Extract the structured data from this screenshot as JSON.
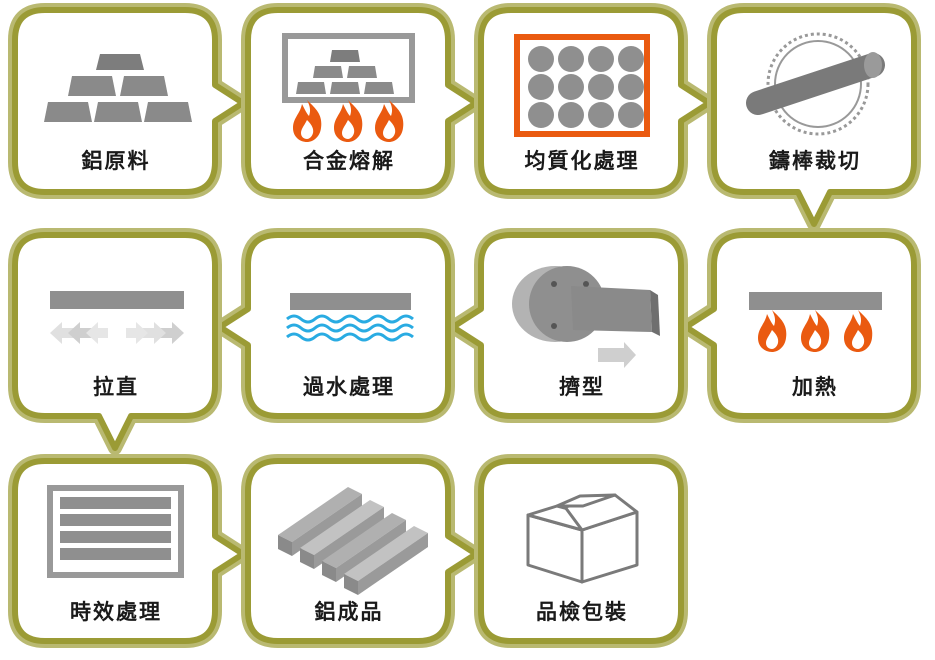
{
  "steps": [
    {
      "label": "鋁原料",
      "icon": "aluminum-ingots-icon"
    },
    {
      "label": "合金熔解",
      "icon": "furnace-melting-icon"
    },
    {
      "label": "均質化處理",
      "icon": "homogenizing-billets-icon"
    },
    {
      "label": "鑄棒裁切",
      "icon": "billet-saw-cutting-icon"
    },
    {
      "label": "加熱",
      "icon": "heating-flames-icon"
    },
    {
      "label": "擠型",
      "icon": "extrusion-press-icon"
    },
    {
      "label": "過水處理",
      "icon": "water-quench-icon"
    },
    {
      "label": "拉直",
      "icon": "stretch-straightening-icon"
    },
    {
      "label": "時效處理",
      "icon": "aging-oven-icon"
    },
    {
      "label": "鋁成品",
      "icon": "aluminum-profiles-icon"
    },
    {
      "label": "品檢包裝",
      "icon": "packaging-box-icon"
    }
  ],
  "colors": {
    "border": "#9b9b35",
    "border_light": "#b9b971",
    "metal": "#8f8f8f",
    "flame": "#ea5a10",
    "water": "#29abe2"
  }
}
